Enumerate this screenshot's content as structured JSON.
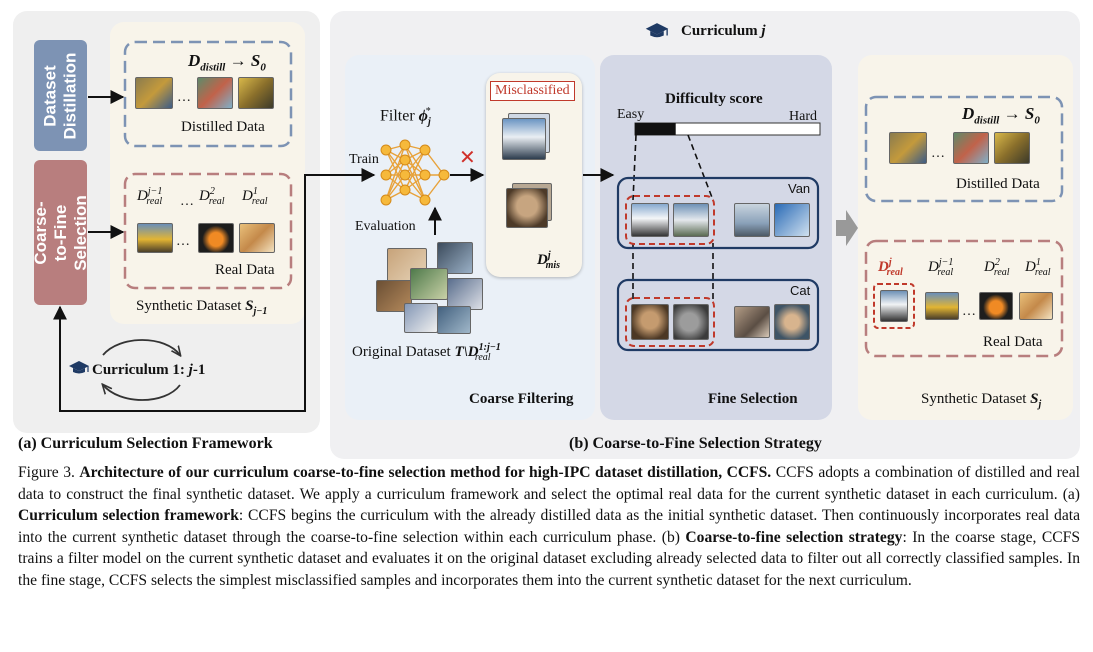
{
  "colors": {
    "left_panel_bg": "#efefef",
    "right_panel_bg": "#f0f0f2",
    "cream_bg": "#f8f4ea",
    "coarse_bg": "#eaf0f7",
    "fine_bg": "#d4d8e6",
    "distill_bar": "#7d93b4",
    "selection_bar": "#b87e7e",
    "navy": "#1f3a64",
    "red_dashed": "#c0392b",
    "misclassified_red": "#c0392b"
  },
  "left_panel": {
    "bar_top": "Dataset Distillation",
    "bar_bottom": "Coarse-to-Fine Selection",
    "distilled": {
      "formula_d": "D",
      "formula_sub": "distill",
      "formula_rest": " → S",
      "formula_sub2": "0",
      "ellipsis": "…",
      "label": "Distilled Data"
    },
    "real": {
      "d1": "D",
      "d1_sup": "j−1",
      "d1_sub": "real",
      "ellipsis": "…",
      "d2": "D",
      "d2_sup": "2",
      "d2_sub": "real",
      "d3": "D",
      "d3_sup": "1",
      "d3_sub": "real",
      "img_ellipsis": "…",
      "label": "Real Data"
    },
    "synthetic_label": "Synthetic Dataset ",
    "synthetic_sym": "S",
    "synthetic_sub": "j−1",
    "curriculum_label": "Curriculum 1: ",
    "curriculum_italic": "j",
    "curriculum_rest": "-1",
    "caption": "(a) Curriculum Selection Framework"
  },
  "right_panel": {
    "curriculum_title": "Curriculum ",
    "curriculum_j": "j",
    "coarse": {
      "filter_label": "Filter ",
      "filter_sym": "ϕ",
      "filter_sub": "j",
      "filter_sup": "*",
      "train": "Train",
      "evaluation": "Evaluation",
      "cross": "✕",
      "original_label": "Original Dataset ",
      "original_sym": "T\\D",
      "original_sup": "1:j−1",
      "original_sub": "real",
      "title": "Coarse Filtering"
    },
    "misclassified": {
      "tag": "Misclassified",
      "sym": "D",
      "sup": "j",
      "sub": "mis"
    },
    "fine": {
      "difficulty": "Difficulty score",
      "easy": "Easy",
      "hard": "Hard",
      "difficulty_fraction": 0.22,
      "van": "Van",
      "cat": "Cat",
      "title": "Fine Selection"
    },
    "output": {
      "formula_d": "D",
      "formula_sub": "distill",
      "formula_rest": " → S",
      "formula_sub2": "0",
      "ellipsis": "…",
      "distilled_label": "Distilled Data",
      "dj": "D",
      "dj_sup": "j",
      "dj_sub": "real",
      "d1": "D",
      "d1_sup": "j−1",
      "d1_sub": "real",
      "d2": "D",
      "d2_sup": "2",
      "d2_sub": "real",
      "d3": "D",
      "d3_sup": "1",
      "d3_sub": "real",
      "real_label": "Real Data",
      "synthetic_label": "Synthetic Dataset ",
      "synthetic_sym": "S",
      "synthetic_sub": "j"
    },
    "caption": "(b) Coarse-to-Fine Selection Strategy"
  },
  "caption": {
    "fig": "Figure 3. ",
    "bold_title": "Architecture of our curriculum coarse-to-fine selection method for high-IPC dataset distillation, CCFS.",
    "s1": " CCFS adopts a combination of distilled and real data to construct the final synthetic dataset. We apply a curriculum framework and select the optimal real data for the current synthetic dataset in each curriculum. (a) ",
    "bold_a": "Curriculum selection framework",
    "s2": ": CCFS begins the curriculum with the already distilled data as the initial synthetic dataset. Then continuously incorporates real data into the current synthetic dataset through the coarse-to-fine selection within each curriculum phase. (b) ",
    "bold_b": "Coarse-to-fine selection strategy",
    "s3": ": In the coarse stage, CCFS trains a filter model on the current synthetic dataset and evaluates it on the original dataset excluding already selected data to filter out all correctly classified samples. In the fine stage, CCFS selects the simplest misclassified samples and incorporates them into the current synthetic dataset for the next curriculum."
  }
}
